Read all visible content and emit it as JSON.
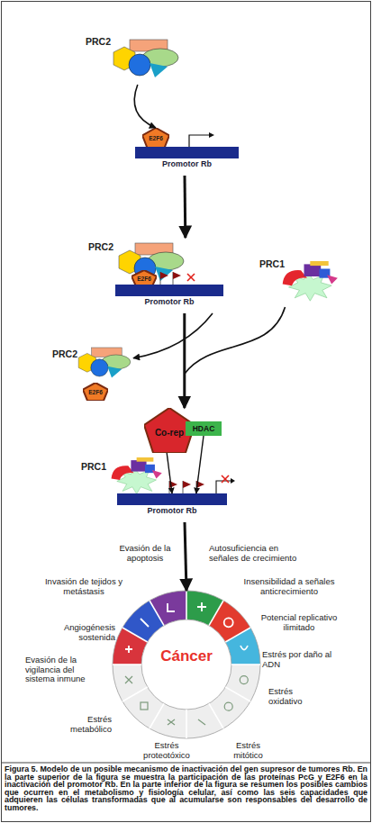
{
  "diagram": {
    "caption": "Figura 5. Modelo de un posible mecanismo de inactivación del gen supresor de tumores Rb. En la parte superior de la figura se muestra la participación de las proteínas PcG y E2F6 en la inactivación del promotor Rb. En la parte inferior de la figura se resumen los posibles cambios que ocurren en el metabolismo y fisiología celular, así como las seis capacidades que adquieren las células transformadas que al acumularse son responsables del desarrollo de tumores.",
    "nodes": [
      {
        "text": [
          "PRC2"
        ]
      },
      {
        "text": [
          "E2F6"
        ]
      },
      {
        "text": [
          "Promotor Rb"
        ]
      },
      {
        "text": [
          "PRC2"
        ]
      },
      {
        "text": [
          "E2F6"
        ]
      },
      {
        "text": [
          "Promotor Rb"
        ]
      },
      {
        "text": [
          "PRC1"
        ]
      },
      {
        "text": [
          "PRC2"
        ]
      },
      {
        "text": [
          "E2F6"
        ]
      },
      {
        "text": [
          "Co-rep"
        ]
      },
      {
        "text": [
          "HDAC"
        ]
      },
      {
        "text": [
          "PRC1"
        ]
      },
      {
        "text": [
          "Promotor Rb"
        ]
      },
      {
        "text": [
          "Cáncer"
        ]
      }
    ],
    "edges": [
      {
        "from": 0,
        "to": 1,
        "arrow": "to"
      },
      {
        "from": 2,
        "to": 3,
        "arrow": "to"
      },
      {
        "from": 6,
        "to": 9,
        "arrow": "to"
      },
      {
        "from": 5,
        "to": 7,
        "arrow": "to"
      },
      {
        "from": 5,
        "to": 9,
        "arrow": "to"
      },
      {
        "from": 9,
        "to": 12,
        "arrow": "to"
      },
      {
        "from": 10,
        "to": 12,
        "arrow": "to"
      },
      {
        "from": 12,
        "to": 13,
        "arrow": "to"
      }
    ],
    "labels": [
      "Evasión de la apoptosis",
      "Autosuficiencia en señales de crecimiento",
      "Insensibilidad a señales anticrecimiento",
      "Potencial replicativo ilimitado",
      "Estrés por daño al ADN",
      "Estrés oxidativo",
      "Estrés mitótico",
      "Estrés proteotóxico",
      "Estrés metabólico",
      "Evasión de la vigilancia del sistema inmune",
      "Angiogénesis sostenida",
      "Invasión de tejidos y metástasis"
    ]
  }
}
